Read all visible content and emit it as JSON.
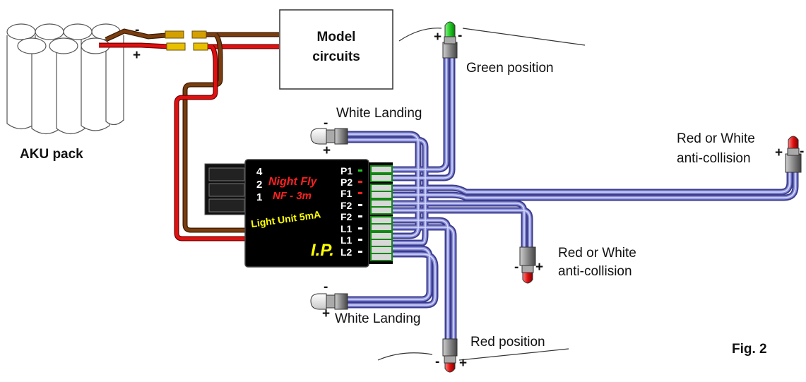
{
  "battery": {
    "label": "AKU pack",
    "minus": "-",
    "plus": "+"
  },
  "model_circuits": {
    "line1": "Model",
    "line2": "circuits"
  },
  "unit": {
    "digits": [
      "4",
      "2",
      "1"
    ],
    "name": "Night Fly",
    "model": "NF - 3m",
    "subtitle": "Light Unit 5mA",
    "logo": "I.P.",
    "ports": [
      "P1",
      "P2",
      "F1",
      "F2",
      "F2",
      "L1",
      "L1",
      "L2"
    ]
  },
  "labels": {
    "green_position": "Green position",
    "white_landing_top": "White Landing",
    "white_landing_bottom": "White Landing",
    "anti_collision_right_1": "Red or White",
    "anti_collision_right_2": "anti-collision",
    "anti_collision_mid_1": "Red or White",
    "anti_collision_mid_2": "anti-collision",
    "red_position": "Red position"
  },
  "figure_label": "Fig. 2",
  "polarity": {
    "plus": "+",
    "minus": "-"
  },
  "colors": {
    "wire_blue": "#5b63b8",
    "wire_blue_light": "#c8ccf0",
    "wire_brown": "#7a3d10",
    "wire_red": "#e01010",
    "led_green": "#22cc22",
    "led_red": "#e01010",
    "unit_body": "#000000",
    "unit_red_text": "#ff2020",
    "unit_yellow_text": "#ffff00"
  }
}
